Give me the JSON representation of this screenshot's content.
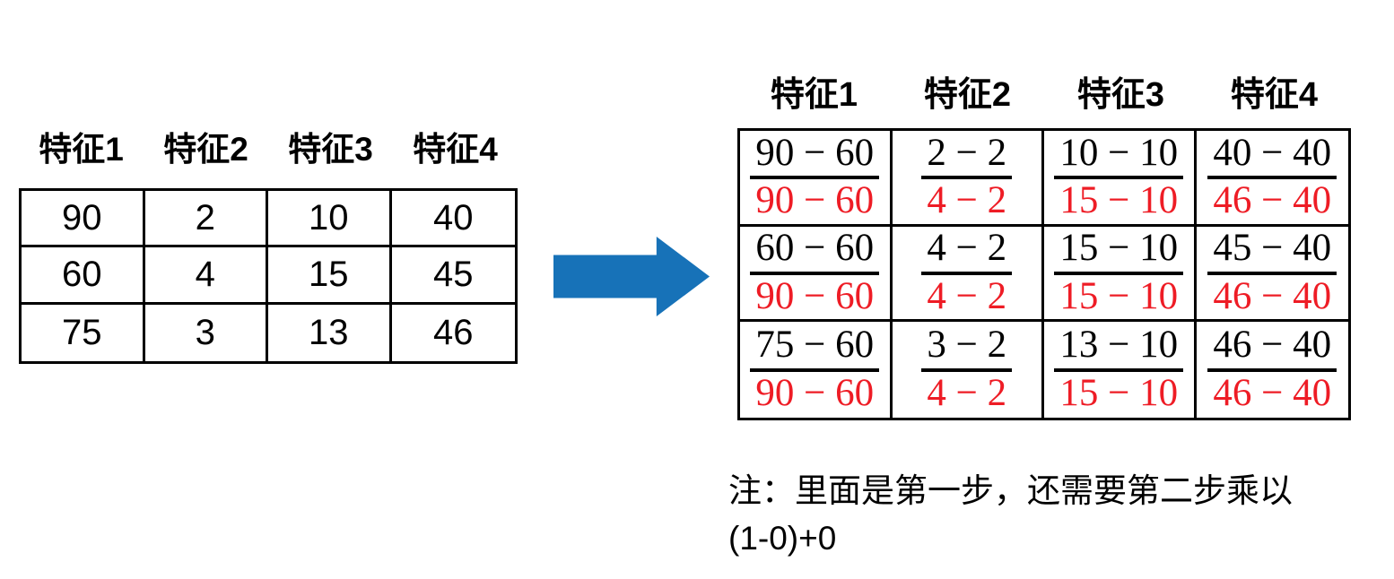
{
  "colors": {
    "arrow_blue": "#1772B8",
    "denominator_red": "#EE1C25",
    "text_black": "#000000",
    "background": "#ffffff"
  },
  "left_table": {
    "headers": [
      "特征1",
      "特征2",
      "特征3",
      "特征4"
    ],
    "rows": [
      [
        "90",
        "2",
        "10",
        "40"
      ],
      [
        "60",
        "4",
        "15",
        "45"
      ],
      [
        "75",
        "3",
        "13",
        "46"
      ]
    ]
  },
  "arrow": {
    "direction": "right"
  },
  "right_table": {
    "headers": [
      "特征1",
      "特征2",
      "特征3",
      "特征4"
    ],
    "rows": [
      [
        {
          "num": "90 − 60",
          "den": "90 − 60"
        },
        {
          "num": "2 − 2",
          "den": "4 − 2"
        },
        {
          "num": "10 − 10",
          "den": "15 − 10"
        },
        {
          "num": "40 − 40",
          "den": "46 − 40"
        }
      ],
      [
        {
          "num": "60 − 60",
          "den": "90 − 60"
        },
        {
          "num": "4 − 2",
          "den": "4 − 2"
        },
        {
          "num": "15 − 10",
          "den": "15 − 10"
        },
        {
          "num": "45 − 40",
          "den": "46 − 40"
        }
      ],
      [
        {
          "num": "75 − 60",
          "den": "90 − 60"
        },
        {
          "num": "3 − 2",
          "den": "4 − 2"
        },
        {
          "num": "13 − 10",
          "den": "15 − 10"
        },
        {
          "num": "46 − 40",
          "den": "46 − 40"
        }
      ]
    ]
  },
  "note": {
    "line1": "注：里面是第一步，还需要第二步乘以",
    "line2": "(1-0)+0"
  }
}
